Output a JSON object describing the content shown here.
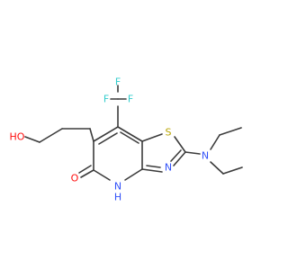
{
  "molecule": {
    "atoms": [
      {
        "id": "F1",
        "label": "F",
        "element": "F"
      },
      {
        "id": "F2",
        "label": "F",
        "element": "F"
      },
      {
        "id": "F3",
        "label": "F",
        "element": "F"
      },
      {
        "id": "O_hydroxyl",
        "label": "HO",
        "element": "O"
      },
      {
        "id": "O_carbonyl",
        "label": "O",
        "element": "O"
      },
      {
        "id": "S_thiazole",
        "label": "S",
        "element": "S"
      },
      {
        "id": "N_thiazole",
        "label": "N",
        "element": "N"
      },
      {
        "id": "N_amine",
        "label": "N",
        "element": "N"
      },
      {
        "id": "NH_ring",
        "label": "N",
        "element": "N"
      },
      {
        "id": "H_ring",
        "label": "H",
        "element": "N"
      }
    ],
    "colors": {
      "bond": "#3b3b3b",
      "F": "#33cccc",
      "O": "#ff0d0d",
      "N": "#3050f8",
      "S": "#b8a400",
      "background": "#ffffff"
    }
  }
}
